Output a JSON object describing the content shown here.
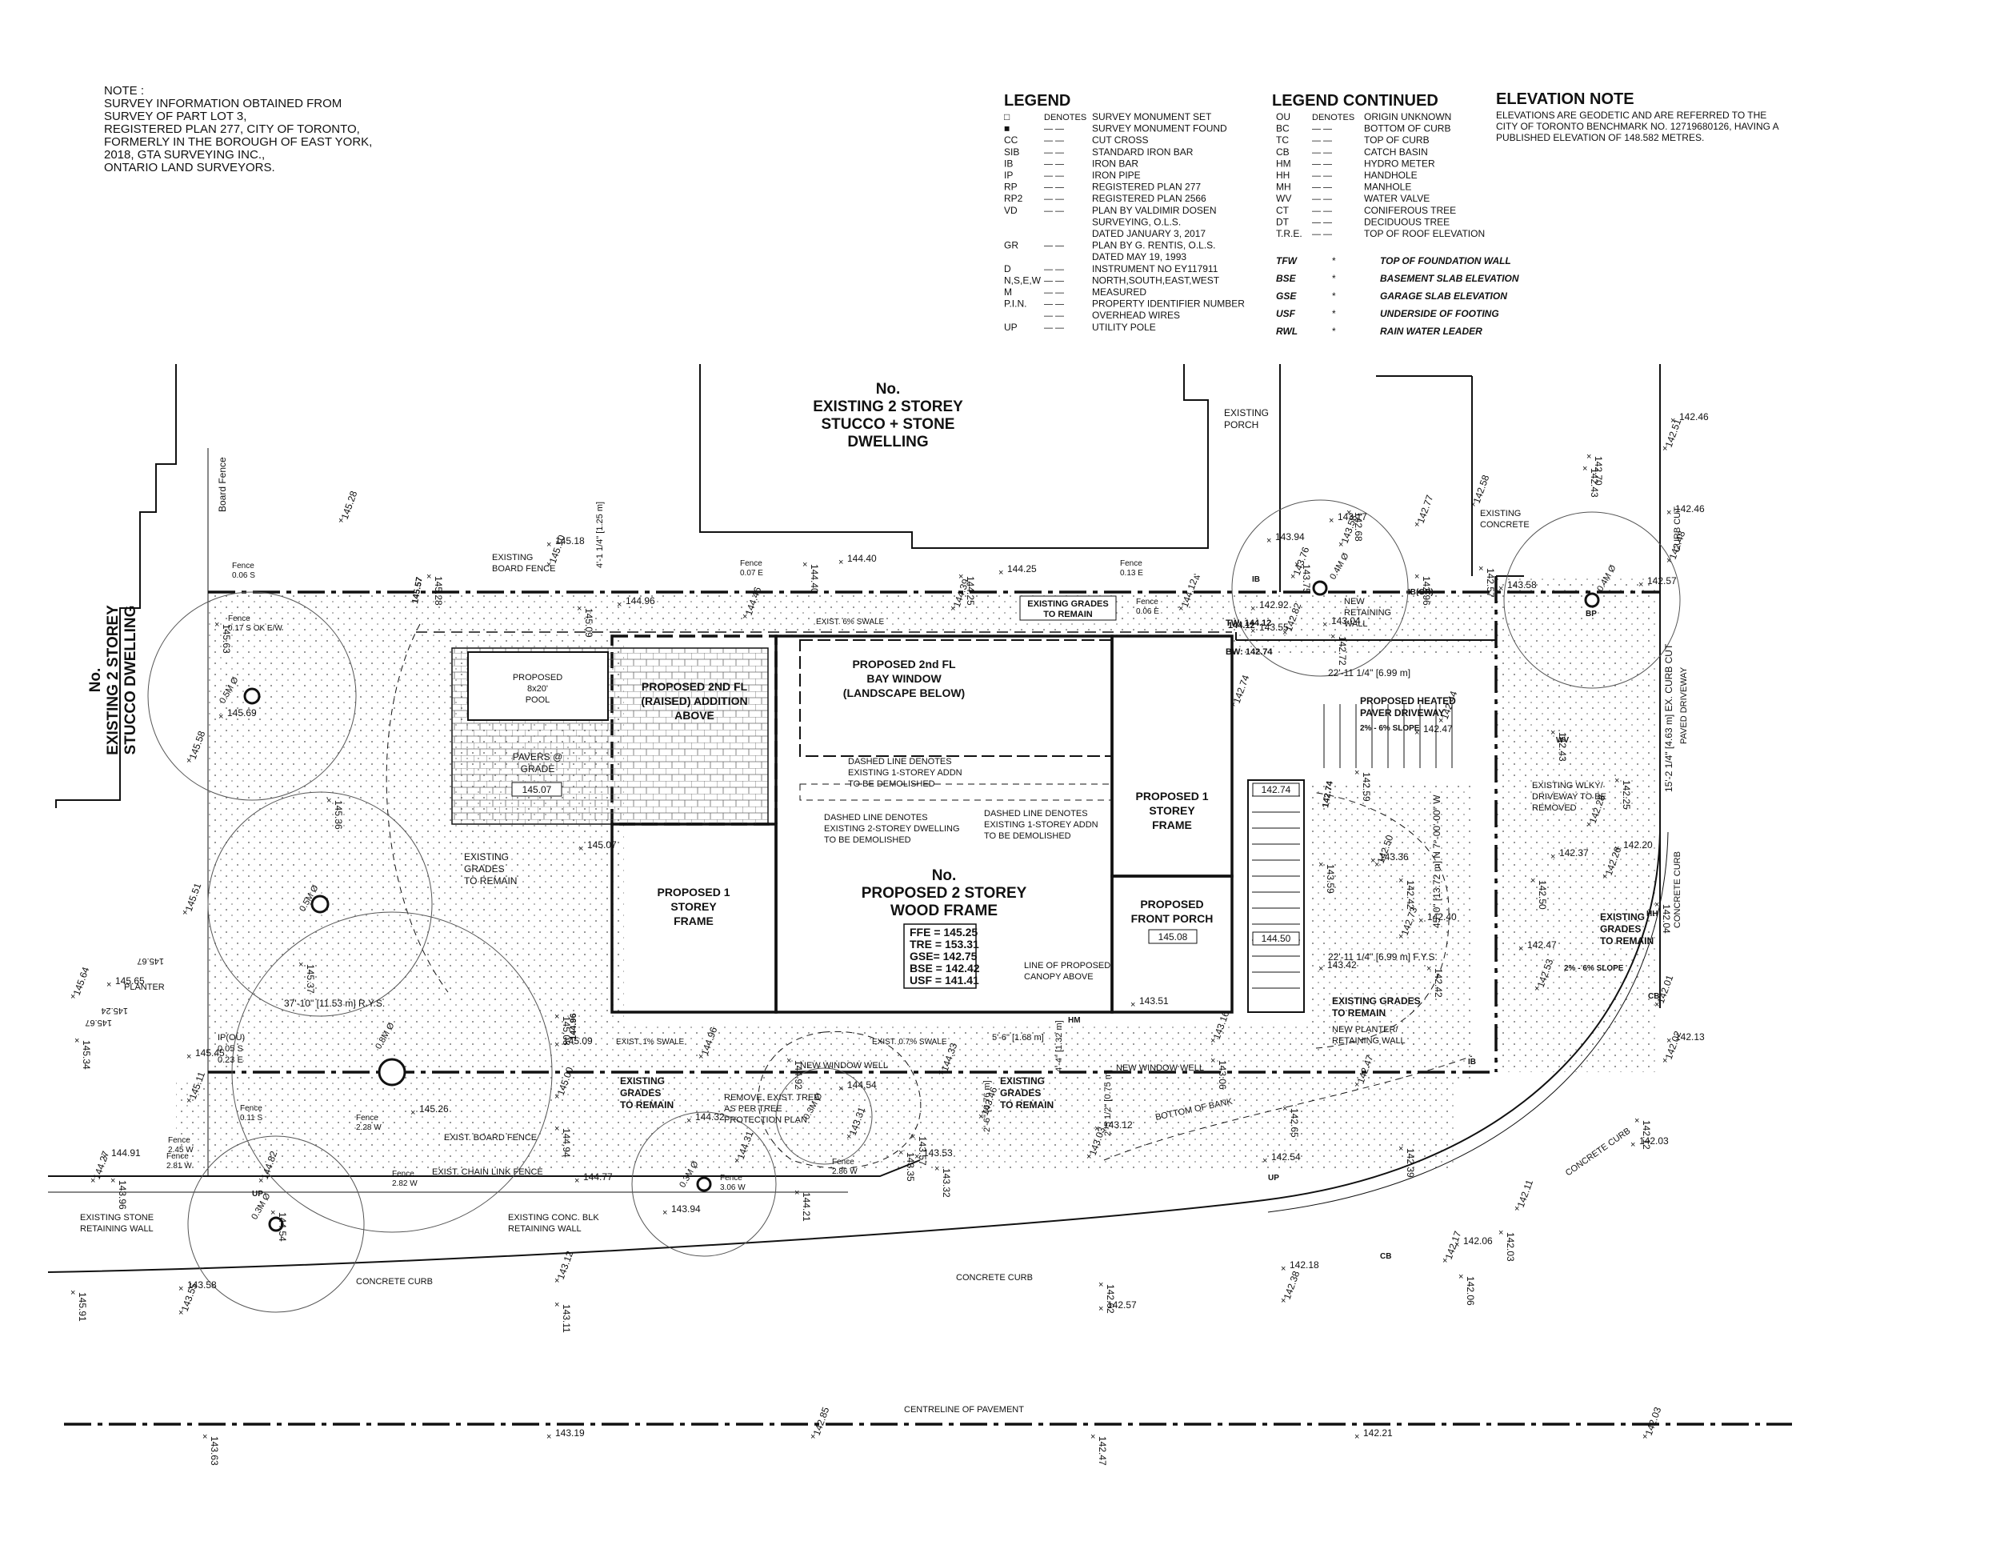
{
  "note": {
    "lines": [
      "NOTE :",
      "SURVEY INFORMATION OBTAINED FROM",
      "SURVEY OF PART LOT 3,",
      "REGISTERED PLAN 277, CITY OF TORONTO,",
      "FORMERLY IN THE BOROUGH OF EAST YORK,",
      "2018, GTA SURVEYING INC.,",
      "ONTARIO LAND SURVEYORS."
    ]
  },
  "legend": {
    "title": "LEGEND",
    "rows": [
      {
        "abbr": "□",
        "rel": "DENOTES",
        "desc": "SURVEY MONUMENT SET"
      },
      {
        "abbr": "■",
        "rel": "— —",
        "desc": "SURVEY MONUMENT FOUND"
      },
      {
        "abbr": "CC",
        "rel": "— —",
        "desc": "CUT CROSS"
      },
      {
        "abbr": "SIB",
        "rel": "— —",
        "desc": "STANDARD IRON BAR"
      },
      {
        "abbr": "IB",
        "rel": "— —",
        "desc": "IRON BAR"
      },
      {
        "abbr": "IP",
        "rel": "— —",
        "desc": "IRON PIPE"
      },
      {
        "abbr": "RP",
        "rel": "— —",
        "desc": "REGISTERED PLAN 277"
      },
      {
        "abbr": "RP2",
        "rel": "— —",
        "desc": "REGISTERED PLAN 2566"
      },
      {
        "abbr": "VD",
        "rel": "— —",
        "desc": "PLAN BY VALDIMIR DOSEN"
      },
      {
        "abbr": "",
        "rel": "",
        "desc": "SURVEYING, O.L.S."
      },
      {
        "abbr": "",
        "rel": "",
        "desc": "DATED JANUARY 3, 2017"
      },
      {
        "abbr": "GR",
        "rel": "— —",
        "desc": "PLAN BY G. RENTIS, O.L.S."
      },
      {
        "abbr": "",
        "rel": "",
        "desc": "DATED MAY 19, 1993"
      },
      {
        "abbr": "D",
        "rel": "— —",
        "desc": "INSTRUMENT NO EY117911"
      },
      {
        "abbr": "N,S,E,W",
        "rel": "— —",
        "desc": "NORTH,SOUTH,EAST,WEST"
      },
      {
        "abbr": "M",
        "rel": "— —",
        "desc": "MEASURED"
      },
      {
        "abbr": "P.I.N.",
        "rel": "— —",
        "desc": "PROPERTY IDENTIFIER NUMBER"
      },
      {
        "abbr": "",
        "rel": "— —",
        "desc": "OVERHEAD WIRES"
      },
      {
        "abbr": "UP",
        "rel": "— —",
        "desc": "UTILITY POLE"
      }
    ]
  },
  "legend2": {
    "title": "LEGEND CONTINUED",
    "rows": [
      {
        "abbr": "OU",
        "rel": "DENOTES",
        "desc": "ORIGIN UNKNOWN"
      },
      {
        "abbr": "BC",
        "rel": "— —",
        "desc": "BOTTOM OF CURB"
      },
      {
        "abbr": "TC",
        "rel": "— —",
        "desc": "TOP OF CURB"
      },
      {
        "abbr": "CB",
        "rel": "— —",
        "desc": "CATCH BASIN"
      },
      {
        "abbr": "HM",
        "rel": "— —",
        "desc": "HYDRO METER"
      },
      {
        "abbr": "HH",
        "rel": "— —",
        "desc": "HANDHOLE"
      },
      {
        "abbr": "MH",
        "rel": "— —",
        "desc": "MANHOLE"
      },
      {
        "abbr": "WV",
        "rel": "— —",
        "desc": "WATER VALVE"
      },
      {
        "abbr": "CT",
        "rel": "— —",
        "desc": "CONIFEROUS TREE"
      },
      {
        "abbr": "DT",
        "rel": "— —",
        "desc": "DECIDUOUS TREE"
      },
      {
        "abbr": "T.R.E.",
        "rel": "— —",
        "desc": "TOP OF ROOF ELEVATION"
      }
    ],
    "rows2": [
      {
        "abbr": "TFW",
        "rel": "*",
        "desc": "TOP OF FOUNDATION WALL"
      },
      {
        "abbr": "BSE",
        "rel": "*",
        "desc": "BASEMENT SLAB ELEVATION"
      },
      {
        "abbr": "GSE",
        "rel": "*",
        "desc": "GARAGE SLAB ELEVATION"
      },
      {
        "abbr": "USF",
        "rel": "*",
        "desc": "UNDERSIDE OF FOOTING"
      },
      {
        "abbr": "RWL",
        "rel": "*",
        "desc": "RAIN WATER LEADER"
      }
    ]
  },
  "elevation_note": {
    "title": "ELEVATION NOTE",
    "lines": [
      "ELEVATIONS ARE GEODETIC AND ARE REFERRED TO THE",
      "CITY OF TORONTO BENCHMARK NO. 12719680126, HAVING A",
      "PUBLISHED ELEVATION OF 148.582 METRES."
    ]
  },
  "buildings": {
    "north": [
      "No.",
      "EXISTING 2 STOREY",
      "STUCCO + STONE",
      "DWELLING"
    ],
    "west": [
      "No.",
      "EXISTING 2 STOREY",
      "STUCCO DWELLING"
    ],
    "main": [
      "No.",
      "PROPOSED 2 STOREY",
      "WOOD FRAME"
    ],
    "stats": [
      "FFE = 145.25",
      "TRE = 153.31",
      "GSE= 142.75",
      "BSE = 142.42",
      "USF = 141.41"
    ],
    "storey_left": [
      "PROPOSED 1",
      "STOREY",
      "FRAME"
    ],
    "storey_right": [
      "PROPOSED 1",
      "STOREY",
      "FRAME"
    ],
    "addition": [
      "PROPOSED 2ND FL",
      "(RAISED) ADDITION",
      "ABOVE"
    ],
    "bay": [
      "PROPOSED 2nd FL",
      "BAY WINDOW",
      "(LANDSCAPE BELOW)"
    ],
    "pool": [
      "PROPOSED",
      "8x20'",
      "POOL"
    ],
    "pavers": [
      "PAVERS @",
      "GRADE"
    ],
    "pavers_elev": "145.07",
    "porch": [
      "PROPOSED",
      "FRONT PORCH"
    ],
    "porch_elev": "145.08",
    "stair_elev_top": "142.74",
    "stair_elev_bot": "144.50"
  },
  "labels": {
    "existing_porch": [
      "EXISTING",
      "PORCH"
    ],
    "existing_concrete": [
      "EXISTING",
      "CONCRETE"
    ],
    "new_retaining_wall": [
      "NEW",
      "RETAINING",
      "WALL"
    ],
    "tw": "TW: 144.12",
    "bw": "BW: 142.74",
    "driveway": [
      "PROPOSED HEATED",
      "PAVER DRIVEWAY"
    ],
    "drive_slope": "2% - 6% SLOPE",
    "walkway": [
      "EXISTING WLKY/",
      "DRIVEWAY TO BE",
      "REMOVED"
    ],
    "dashed1": [
      "DASHED LINE DENOTES",
      "EXISTING 1-STOREY ADDN",
      "TO BE DEMOLISHED"
    ],
    "dashed2": [
      "DASHED LINE DENOTES",
      "EXISTING 2-STOREY DWELLING",
      "TO BE DEMOLISHED"
    ],
    "dashed3": [
      "DASHED LINE DENOTES",
      "EXISTING 1-STOREY ADDN",
      "TO BE DEMOLISHED"
    ],
    "canopy": [
      "LINE OF PROPOSED",
      "CANOPY ABOVE"
    ],
    "grades_top": [
      "EXISTING GRADES",
      "TO REMAIN"
    ],
    "grades_left": [
      "EXISTING",
      "GRADES",
      "TO REMAIN"
    ],
    "grades_bot1": [
      "EXISTING",
      "GRADES",
      "TO REMAIN"
    ],
    "grades_bot2": [
      "EXISTING",
      "GRADES",
      "TO REMAIN"
    ],
    "grades_right": [
      "EXISTING GRADES",
      "TO REMAIN"
    ],
    "planter": [
      "NEW PLANTER/",
      "RETAINING WALL"
    ],
    "grades_far": [
      "EXISTING",
      "GRADES",
      "TO REMAIN"
    ],
    "far_slope": "2% - 6% SLOPE",
    "existing_board_fence": [
      "EXISTING",
      "BOARD FENCE"
    ],
    "board_fence": "Board Fence",
    "exist_board_fence": "EXIST. BOARD FENCE",
    "exist_chain": "EXIST. CHAIN LINK FENCE",
    "conc_blk": [
      "EXISTING CONC. BLK",
      "RETAINING WALL"
    ],
    "stone_wall": [
      "EXISTING STONE",
      "RETAINING WALL"
    ],
    "new_window_well_1": "NEW WINDOW WELL",
    "new_window_well_2": "NEW WINDOW WELL",
    "remove_tree": [
      "REMOVE. EXIST. TREE",
      "AS PER TREE",
      "PROTECTION PLAN"
    ],
    "bottom_bank": "BOTTOM OF BANK",
    "concrete_curb_1": "CONCRETE CURB",
    "concrete_curb_2": "CONCRETE CURB",
    "concrete_curb_3": "CONCRETE CURB",
    "concrete_curb_4": "CONCRETE CURB",
    "centreline": "CENTRELINE OF PAVEMENT",
    "swale_top": "EXIST. 6% SWALE",
    "swale_bot1": "EXIST. 1% SWALE",
    "swale_bot2": "EXIST. 0.7% SWALE",
    "rys1": "37'-10\" [11.53 m] R.Y.S.",
    "dim_right1": "22'-11 1/4\" [6.99 m]",
    "dim_right2": "22'-11 1/4\" [6.99 m] F.Y.S.",
    "dim_lot": "45'-0\" [13.72 m] N 7°-00'-00\" W",
    "dim_drive": "15'-2 1/4\" [4.63 m] EX. CURB CUT",
    "paved_drive": "PAVED DRIVEWAY",
    "curb_cut": "CURB CUT",
    "fence_labels": [
      "Fence 0.06 S",
      "Fence 0.17 S OK E/W",
      "Fence 0.07 E",
      "Fence 0.13 E",
      "Fence 0.06 E",
      "Fence 0.11 S",
      "Fence 2.28 W",
      "Fence 2.45 W",
      "Fence 2.81 W",
      "Fence 2.82 W",
      "Fence 3.06 W",
      "Fence 2.86 W"
    ],
    "ip": [
      "IP(OU)",
      "0.05 S",
      "0.23 E"
    ],
    "dims_small": [
      "4'-1 1/4\" [1.25 m]",
      "4'",
      "5'-6\" [1.68 m]",
      "2'-6\" [0.76 m]",
      "2'-5 1/2\" [0.75 m]",
      "4'-4\" [1.32 m]"
    ],
    "tree_sizes": [
      "0.5M Ø",
      "0.5M Ø",
      "0.8M Ø",
      "0.4M Ø",
      "0.4M Ø",
      "0.3M Ø",
      "0.3M Ø",
      "0.3M Ø"
    ],
    "small_codes": [
      "HM",
      "HH",
      "WV",
      "UP",
      "UP",
      "CB",
      "CB",
      "BP",
      "IB",
      "IB",
      "IB(GR)"
    ],
    "misc_boxed": [
      "145.57",
      "144.12",
      "144.96",
      "142.74"
    ],
    "planter_box": [
      "PLANTER",
      "145.24",
      "145.67",
      "145.67"
    ]
  },
  "spot_elevations": [
    "145.28",
    "145.28",
    "145.18",
    "145.10",
    "145.09",
    "144.96",
    "144.46",
    "144.40",
    "144.40",
    "144.39",
    "144.25",
    "144.25",
    "144.12",
    "145.63",
    "145.69",
    "145.58",
    "145.36",
    "145.07",
    "145.51",
    "145.37",
    "145.65",
    "145.64",
    "145.34",
    "145.45",
    "145.11",
    "145.08",
    "145.09",
    "144.96",
    "144.92",
    "144.54",
    "144.33",
    "143.57",
    "143.53",
    "143.46",
    "143.32",
    "143.51",
    "143.16",
    "143.06",
    "143.12",
    "143.03",
    "142.65",
    "142.54",
    "142.47",
    "142.39",
    "145.26",
    "145.00",
    "144.94",
    "144.77",
    "144.82",
    "144.54",
    "144.32",
    "144.31",
    "144.21",
    "143.94",
    "143.31",
    "143.35",
    "143.94",
    "143.58",
    "142.68",
    "143.17",
    "143.76",
    "143.75",
    "142.92",
    "142.82",
    "142.72",
    "143.55",
    "142.77",
    "142.96",
    "143.04",
    "142.58",
    "142.57",
    "143.58",
    "142.74",
    "142.59",
    "142.47",
    "142.44",
    "142.43",
    "142.37",
    "142.28",
    "142.50",
    "142.47",
    "142.53",
    "142.25",
    "142.20",
    "142.26",
    "143.59",
    "143.42",
    "142.50",
    "142.42",
    "142.40",
    "142.73",
    "142.42",
    "143.36",
    "142.01",
    "142.04",
    "142.13",
    "142.02",
    "142.12",
    "142.03",
    "142.11",
    "142.03",
    "142.06",
    "142.17",
    "142.06",
    "142.18",
    "142.38",
    "142.62",
    "142.57",
    "143.12",
    "143.11",
    "143.58",
    "143.55",
    "143.63",
    "143.19",
    "142.85",
    "142.47",
    "142.21",
    "142.03",
    "143.96",
    "144.91",
    "144.27",
    "145.91",
    "142.46",
    "142.51",
    "142.43",
    "142.46",
    "142.48",
    "142.70",
    "142.57"
  ]
}
